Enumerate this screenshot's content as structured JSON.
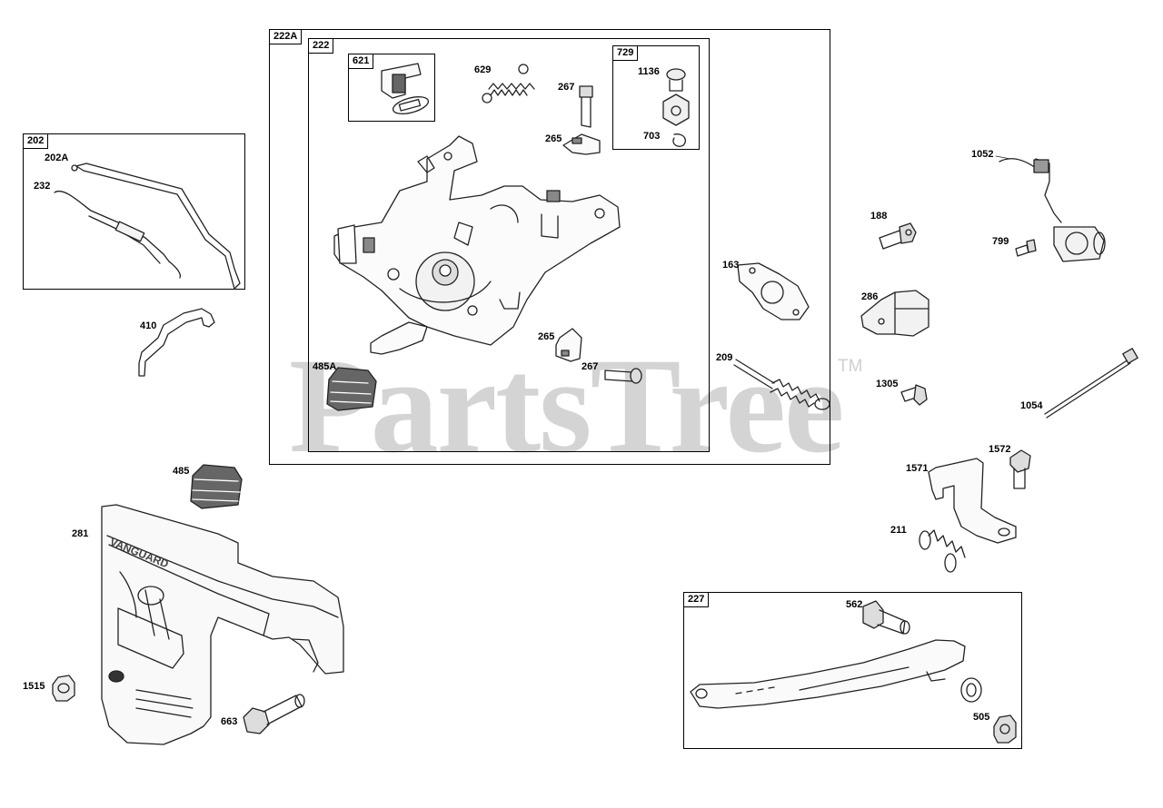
{
  "watermark": {
    "text": "PartsTree",
    "trademark": "TM"
  },
  "boxes": {
    "b222a": "222A",
    "b222": "222",
    "b621": "621",
    "b729": "729",
    "b202": "202",
    "b227": "227"
  },
  "labels": {
    "p202a": "202A",
    "p232": "232",
    "p410": "410",
    "p629": "629",
    "p267a": "267",
    "p265a": "265",
    "p1136": "1136",
    "p703": "703",
    "p485a": "485A",
    "p265b": "265",
    "p267b": "267",
    "p163": "163",
    "p209": "209",
    "p1052": "1052",
    "p188": "188",
    "p799": "799",
    "p286": "286",
    "p1305": "1305",
    "p1054": "1054",
    "p485": "485",
    "p281": "281",
    "p1515": "1515",
    "p663": "663",
    "p1571": "1571",
    "p1572": "1572",
    "p211": "211",
    "p562": "562",
    "p505": "505"
  },
  "cover_text": "VANGUARD"
}
